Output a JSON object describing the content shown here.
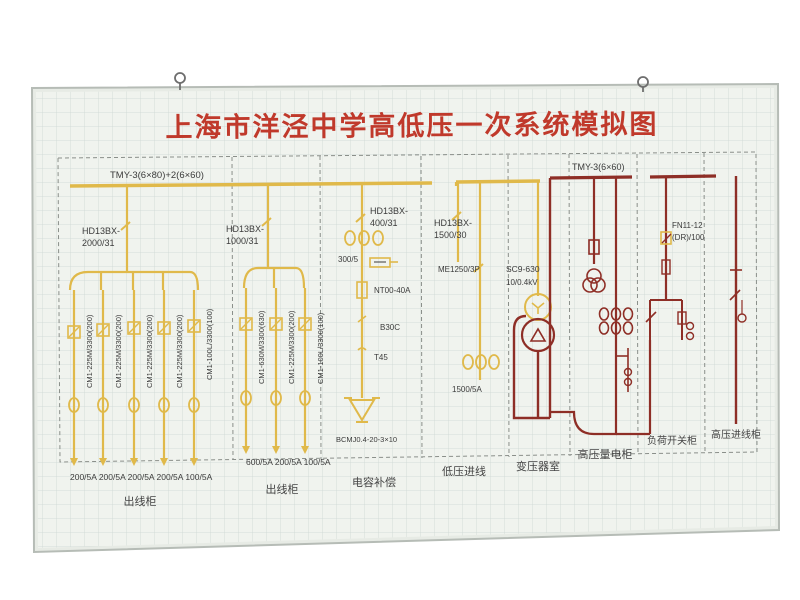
{
  "title": "上海市洋泾中学高低压一次系统模拟图",
  "colors": {
    "gold": "#e0b94a",
    "maroon": "#8e2e26",
    "title_red": "#c0392b",
    "grid": "#c9d4d0",
    "board": "#eef2ec"
  },
  "busbars": {
    "low_voltage": "TMY-3(6×80)+2(6×60)",
    "high_voltage": "TMY-3(6×60)"
  },
  "sections": [
    {
      "label": "出线柜"
    },
    {
      "label": "出线柜"
    },
    {
      "label": "电容补偿"
    },
    {
      "label": "低压进线"
    },
    {
      "label": "变压器室"
    },
    {
      "label": "高压量电柜"
    },
    {
      "label": "负荷开关柜"
    },
    {
      "label": "高压进线柜"
    }
  ],
  "outlet_cabinet_1": {
    "switch": "HD13BX-2000/31",
    "switch_line1": "HD13BX-",
    "switch_line2": "2000/31",
    "breakers": [
      "CM1-225M/3300(200)",
      "CM1-225M/3300(200)",
      "CM1-225M/3300(200)",
      "CM1-225M/3300(200)",
      "CM1-100L/3300(100)"
    ],
    "ratings": "200/5A 200/5A 200/5A 200/5A 100/5A"
  },
  "outlet_cabinet_2": {
    "switch_line1": "HD13BX-",
    "switch_line2": "1000/31",
    "breakers": [
      "CM1-630M/3300(630)",
      "CM1-225M/3300(200)",
      "CM1-100L/3300(100)"
    ],
    "ratings": "600/5A 200/5A 100/5A"
  },
  "capacitor": {
    "switch_line1": "HD13BX-",
    "switch_line2": "400/31",
    "ct": "300/5",
    "fuse": "NT00-40A",
    "contactor": "B30C",
    "relay": "T45",
    "bank": "BCMJ0.4-20-3×10"
  },
  "lv_incoming": {
    "switch_line1": "HD13BX-",
    "switch_line2": "1500/30",
    "breaker": "ME1250/3P",
    "ct": "1500/5A"
  },
  "transformer": {
    "model": "SC9-630",
    "voltage": "10/0.4kV"
  },
  "load_switch": {
    "model_line1": "FN11-12",
    "model_line2": "(DR)/100"
  }
}
